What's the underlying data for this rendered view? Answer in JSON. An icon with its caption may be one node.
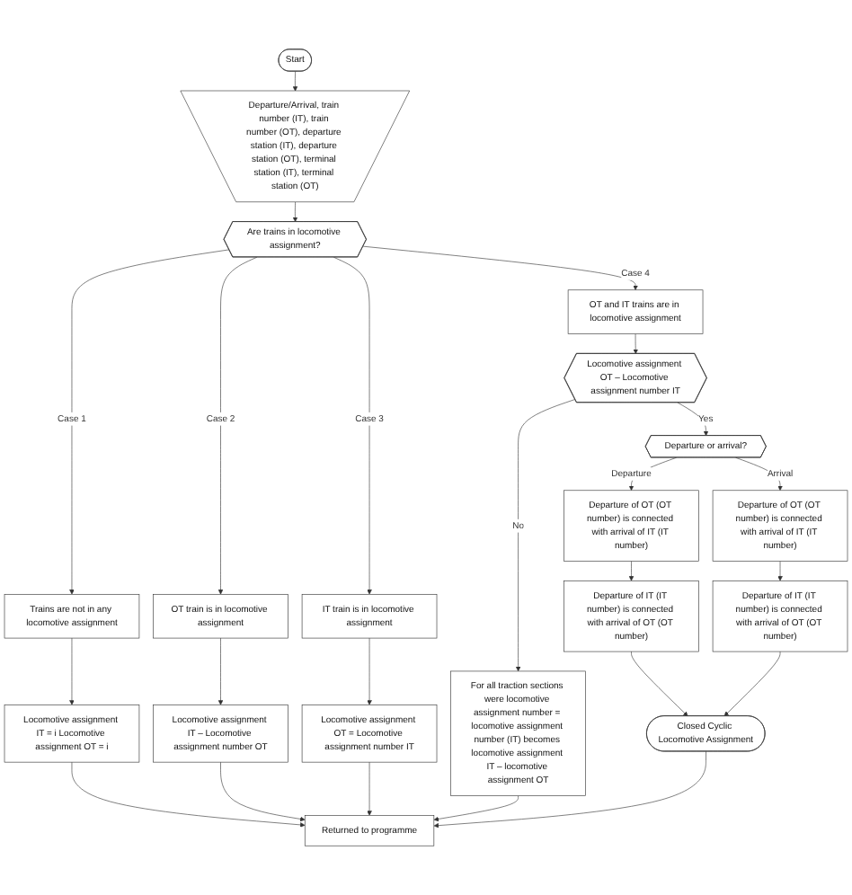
{
  "diagram": {
    "nodes": [
      {
        "text": [
          "Start"
        ]
      },
      {
        "text": [
          "Departure/Arrival, train number (IT), train number (OT), departure station (IT), departure station (OT), terminal station (IT), terminal station (OT)"
        ]
      },
      {
        "text": [
          "Are trains in locomotive assignment?"
        ]
      },
      {
        "text": [
          "Trains are not in any locomotive assignment"
        ]
      },
      {
        "text": [
          "OT train is in locomotive assignment"
        ]
      },
      {
        "text": [
          "IT train is in locomotive assignment"
        ]
      },
      {
        "text": [
          "OT and IT trains are in locomotive assignment"
        ]
      },
      {
        "text": [
          "Locomotive assignment IT = i Locomotive assignment OT = i"
        ]
      },
      {
        "text": [
          "Locomotive assignment IT – Locomotive assignment number OT"
        ]
      },
      {
        "text": [
          "Locomotive assignment OT = Locomotive assignment number IT"
        ]
      },
      {
        "text": [
          "Locomotive assignment OT – Locomotive assignment number IT"
        ]
      },
      {
        "text": [
          "For all traction sections were locomotive assignment number = locomotive assignment number (IT) becomes locomotive assignment IT – locomotive assignment OT"
        ]
      },
      {
        "text": [
          "Returned to programme"
        ]
      },
      {
        "text": [
          "Departure or arrival?"
        ]
      },
      {
        "text": [
          "Departure of OT (OT number) is connected with arrival of IT (IT number)"
        ]
      },
      {
        "text": [
          "Departure of IT (IT number) is connected with arrival of OT (OT number)"
        ]
      },
      {
        "text": [
          "Closed Cyclic Locomotive Assignment"
        ]
      },
      {
        "text": [
          "Departure of OT (OT number) is connected with arrival of IT (IT number)"
        ]
      },
      {
        "text": [
          "Departure of IT (IT number) is connected with arrival of OT (OT number)"
        ]
      }
    ],
    "edges": [
      {
        "from": 0,
        "to": 1,
        "arrow": "to"
      },
      {
        "from": 1,
        "to": 2,
        "arrow": "to"
      },
      {
        "from": 2,
        "to": 3,
        "arrow": "to",
        "label": "Case 1"
      },
      {
        "from": 2,
        "to": 4,
        "arrow": "to",
        "label": "Case 2"
      },
      {
        "from": 2,
        "to": 5,
        "arrow": "to",
        "label": "Case 3"
      },
      {
        "from": 2,
        "to": 6,
        "arrow": "to",
        "label": "Case 4"
      },
      {
        "from": 3,
        "to": 7,
        "arrow": "to"
      },
      {
        "from": 4,
        "to": 8,
        "arrow": "to"
      },
      {
        "from": 5,
        "to": 9,
        "arrow": "to"
      },
      {
        "from": 6,
        "to": 10,
        "arrow": "to"
      },
      {
        "from": 7,
        "to": 12,
        "arrow": "to"
      },
      {
        "from": 8,
        "to": 12,
        "arrow": "to"
      },
      {
        "from": 9,
        "to": 12,
        "arrow": "to"
      },
      {
        "from": 10,
        "to": 13,
        "arrow": "to",
        "label": "Yes"
      },
      {
        "from": 10,
        "to": 11,
        "arrow": "to",
        "label": "No"
      },
      {
        "from": 11,
        "to": 12,
        "arrow": "to"
      },
      {
        "from": 13,
        "to": 14,
        "arrow": "to",
        "label": "Departure"
      },
      {
        "from": 13,
        "to": 17,
        "arrow": "to",
        "label": "Arrival"
      },
      {
        "from": 14,
        "to": 15,
        "arrow": "to"
      },
      {
        "from": 15,
        "to": 16,
        "arrow": "to"
      },
      {
        "from": 17,
        "to": 18,
        "arrow": "to"
      },
      {
        "from": 18,
        "to": 16,
        "arrow": "to"
      },
      {
        "from": 16,
        "to": 12,
        "arrow": "to"
      }
    ]
  }
}
